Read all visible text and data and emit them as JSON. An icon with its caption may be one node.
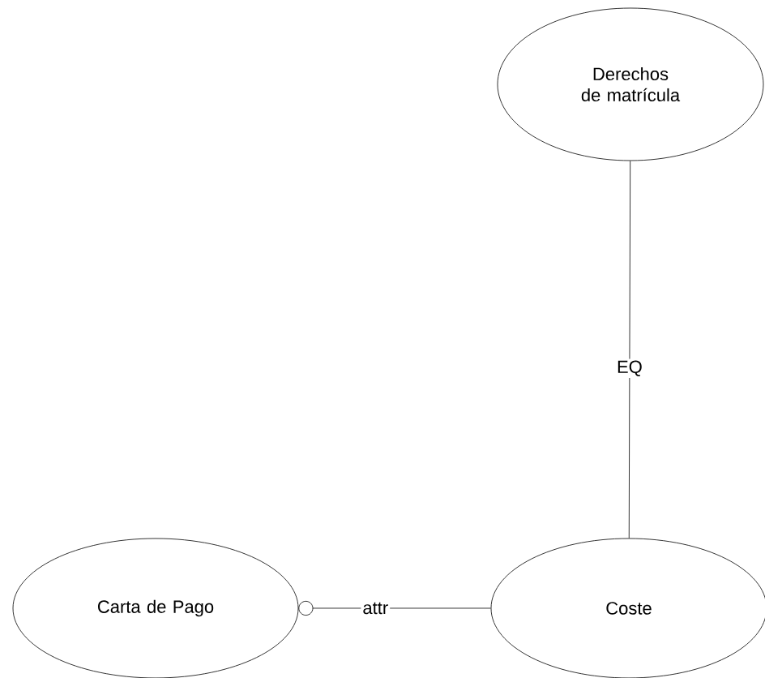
{
  "diagram": {
    "nodes": [
      {
        "text": [
          "Derechos de matrícula"
        ]
      },
      {
        "text": [
          "Carta de Pago"
        ]
      },
      {
        "text": [
          "Coste"
        ]
      }
    ],
    "edges": [
      {
        "from": 0,
        "to": 2,
        "arrow": "none",
        "label": "EQ"
      },
      {
        "from": 2,
        "to": 1,
        "arrow": "other",
        "label": "attr"
      }
    ]
  }
}
